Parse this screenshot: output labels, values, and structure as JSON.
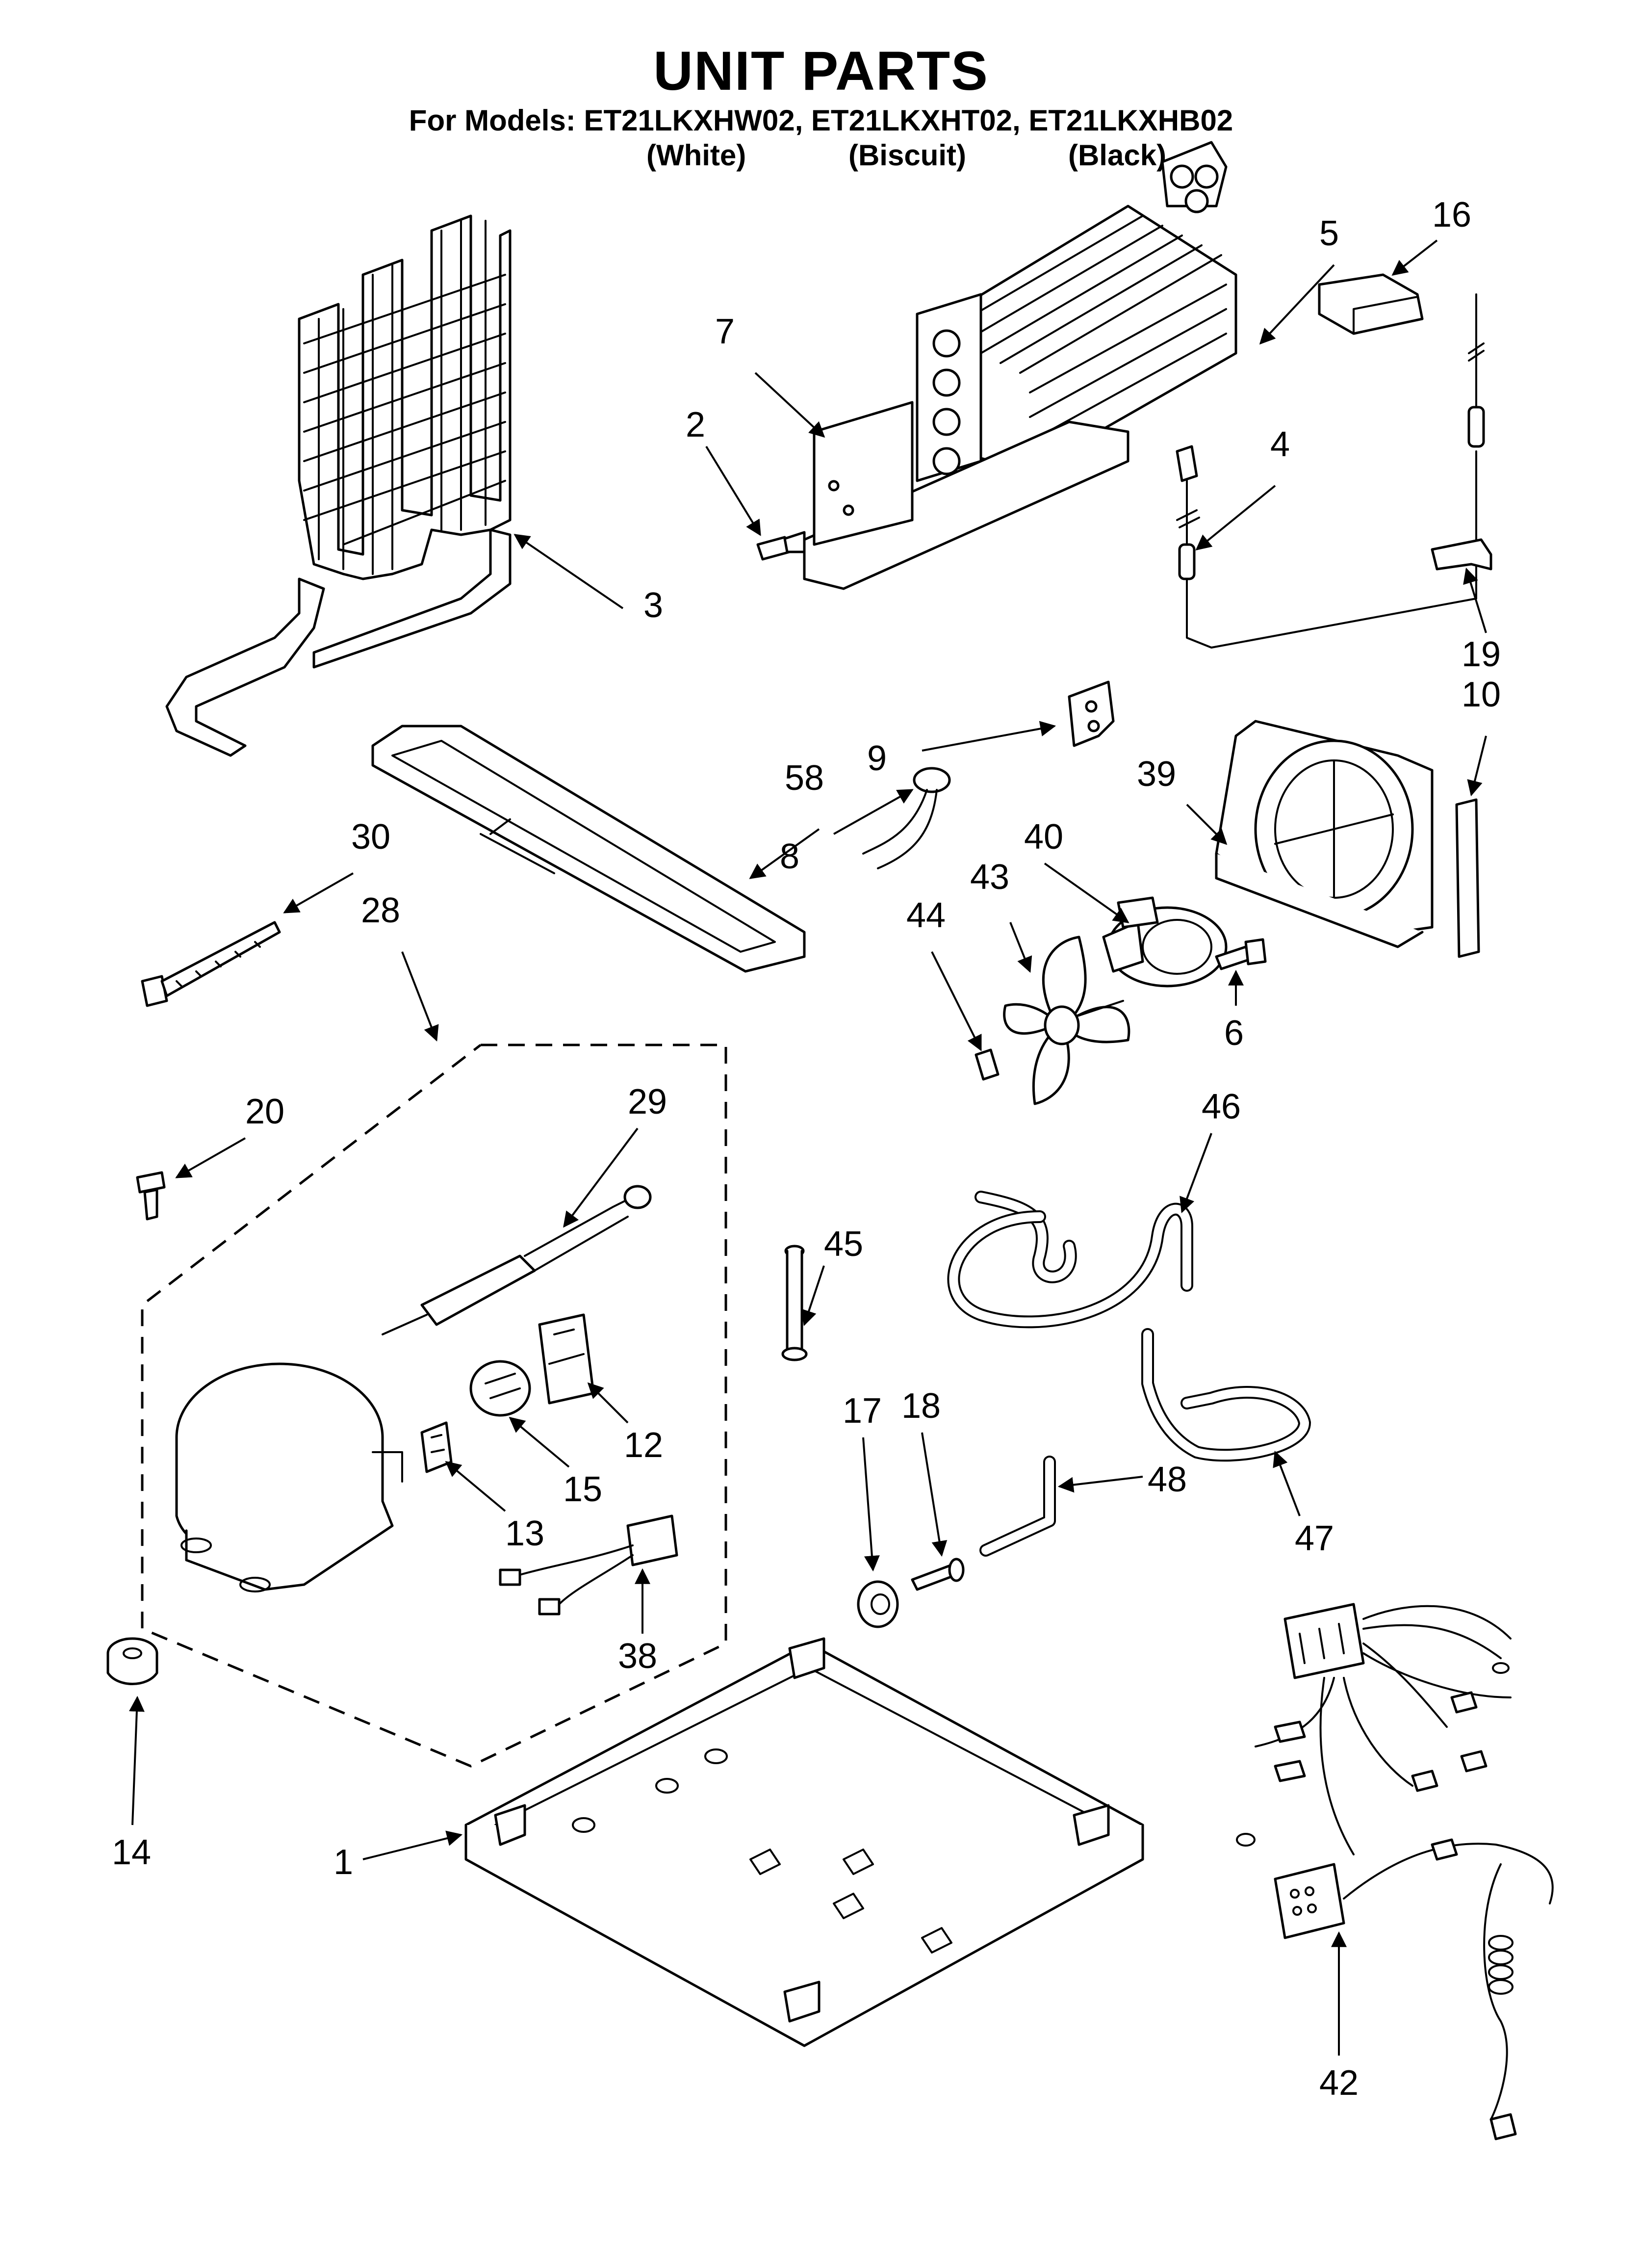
{
  "header": {
    "title": "UNIT PARTS",
    "models_line": "For Models: ET21LKXHW02, ET21LKXHT02, ET21LKXHB02",
    "colors": [
      "(White)",
      "(Biscuit)",
      "(Black)"
    ]
  },
  "callouts": {
    "c1": "1",
    "c2": "2",
    "c3": "3",
    "c4": "4",
    "c5": "5",
    "c6": "6",
    "c7": "7",
    "c8": "8",
    "c9": "9",
    "c10": "10",
    "c12": "12",
    "c13": "13",
    "c14": "14",
    "c15": "15",
    "c16": "16",
    "c17": "17",
    "c18": "18",
    "c19": "19",
    "c20": "20",
    "c28": "28",
    "c29": "29",
    "c30": "30",
    "c38": "38",
    "c39": "39",
    "c40": "40",
    "c42": "42",
    "c43": "43",
    "c44": "44",
    "c45": "45",
    "c46": "46",
    "c47": "47",
    "c48": "48",
    "c58": "58"
  }
}
